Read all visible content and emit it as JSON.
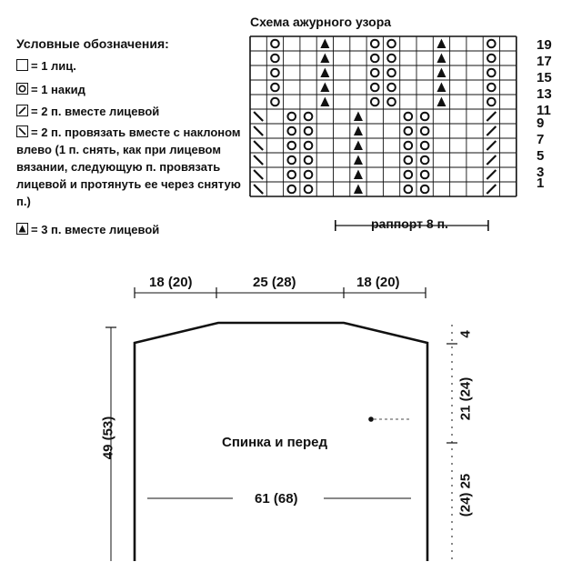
{
  "legend": {
    "title": "Условные обозначения:",
    "items": [
      {
        "icon": "knit-square-icon",
        "text": "= 1 лиц."
      },
      {
        "icon": "yarn-over-circle-icon",
        "text": "= 1 накид"
      },
      {
        "icon": "right-slant-icon",
        "text": "= 2 п. вместе лицевой"
      },
      {
        "icon": "left-slant-icon",
        "text": "= 2 п. провязать вместе с наклоном влево (1 п. снять, как при лицевом вязании, следующую п. провязать лицевой и протянуть ее через снятую п.)"
      },
      {
        "icon": "triangle-icon",
        "text": "= 3 п. вместе лицевой"
      }
    ]
  },
  "chart": {
    "title": "Схема ажурного узора",
    "row_numbers": [
      "19",
      "17",
      "15",
      "13",
      "11",
      "9",
      "7",
      "5",
      "3",
      "1"
    ],
    "repeat_label": "раппорт 8 п.",
    "grid": {
      "top": [
        ".",
        "o",
        ".",
        ".",
        "T",
        ".",
        ".",
        "o",
        "o",
        ".",
        ".",
        "T",
        ".",
        ".",
        "o",
        "."
      ],
      "bottom": [
        "\\",
        ".",
        "o",
        "o",
        ".",
        ".",
        "T",
        ".",
        ".",
        "o",
        "o",
        ".",
        ".",
        ".",
        "/",
        "."
      ]
    }
  },
  "schematic": {
    "label": "Спинка и перед",
    "dims": {
      "shoulder_left": "18 (20)",
      "neck": "25 (28)",
      "shoulder_right": "18 (20)",
      "height": "49 (53)",
      "width": "61 (68)",
      "right_top": "4",
      "right_mid": "21 (24)",
      "right_bottom": "(24) 25"
    }
  }
}
